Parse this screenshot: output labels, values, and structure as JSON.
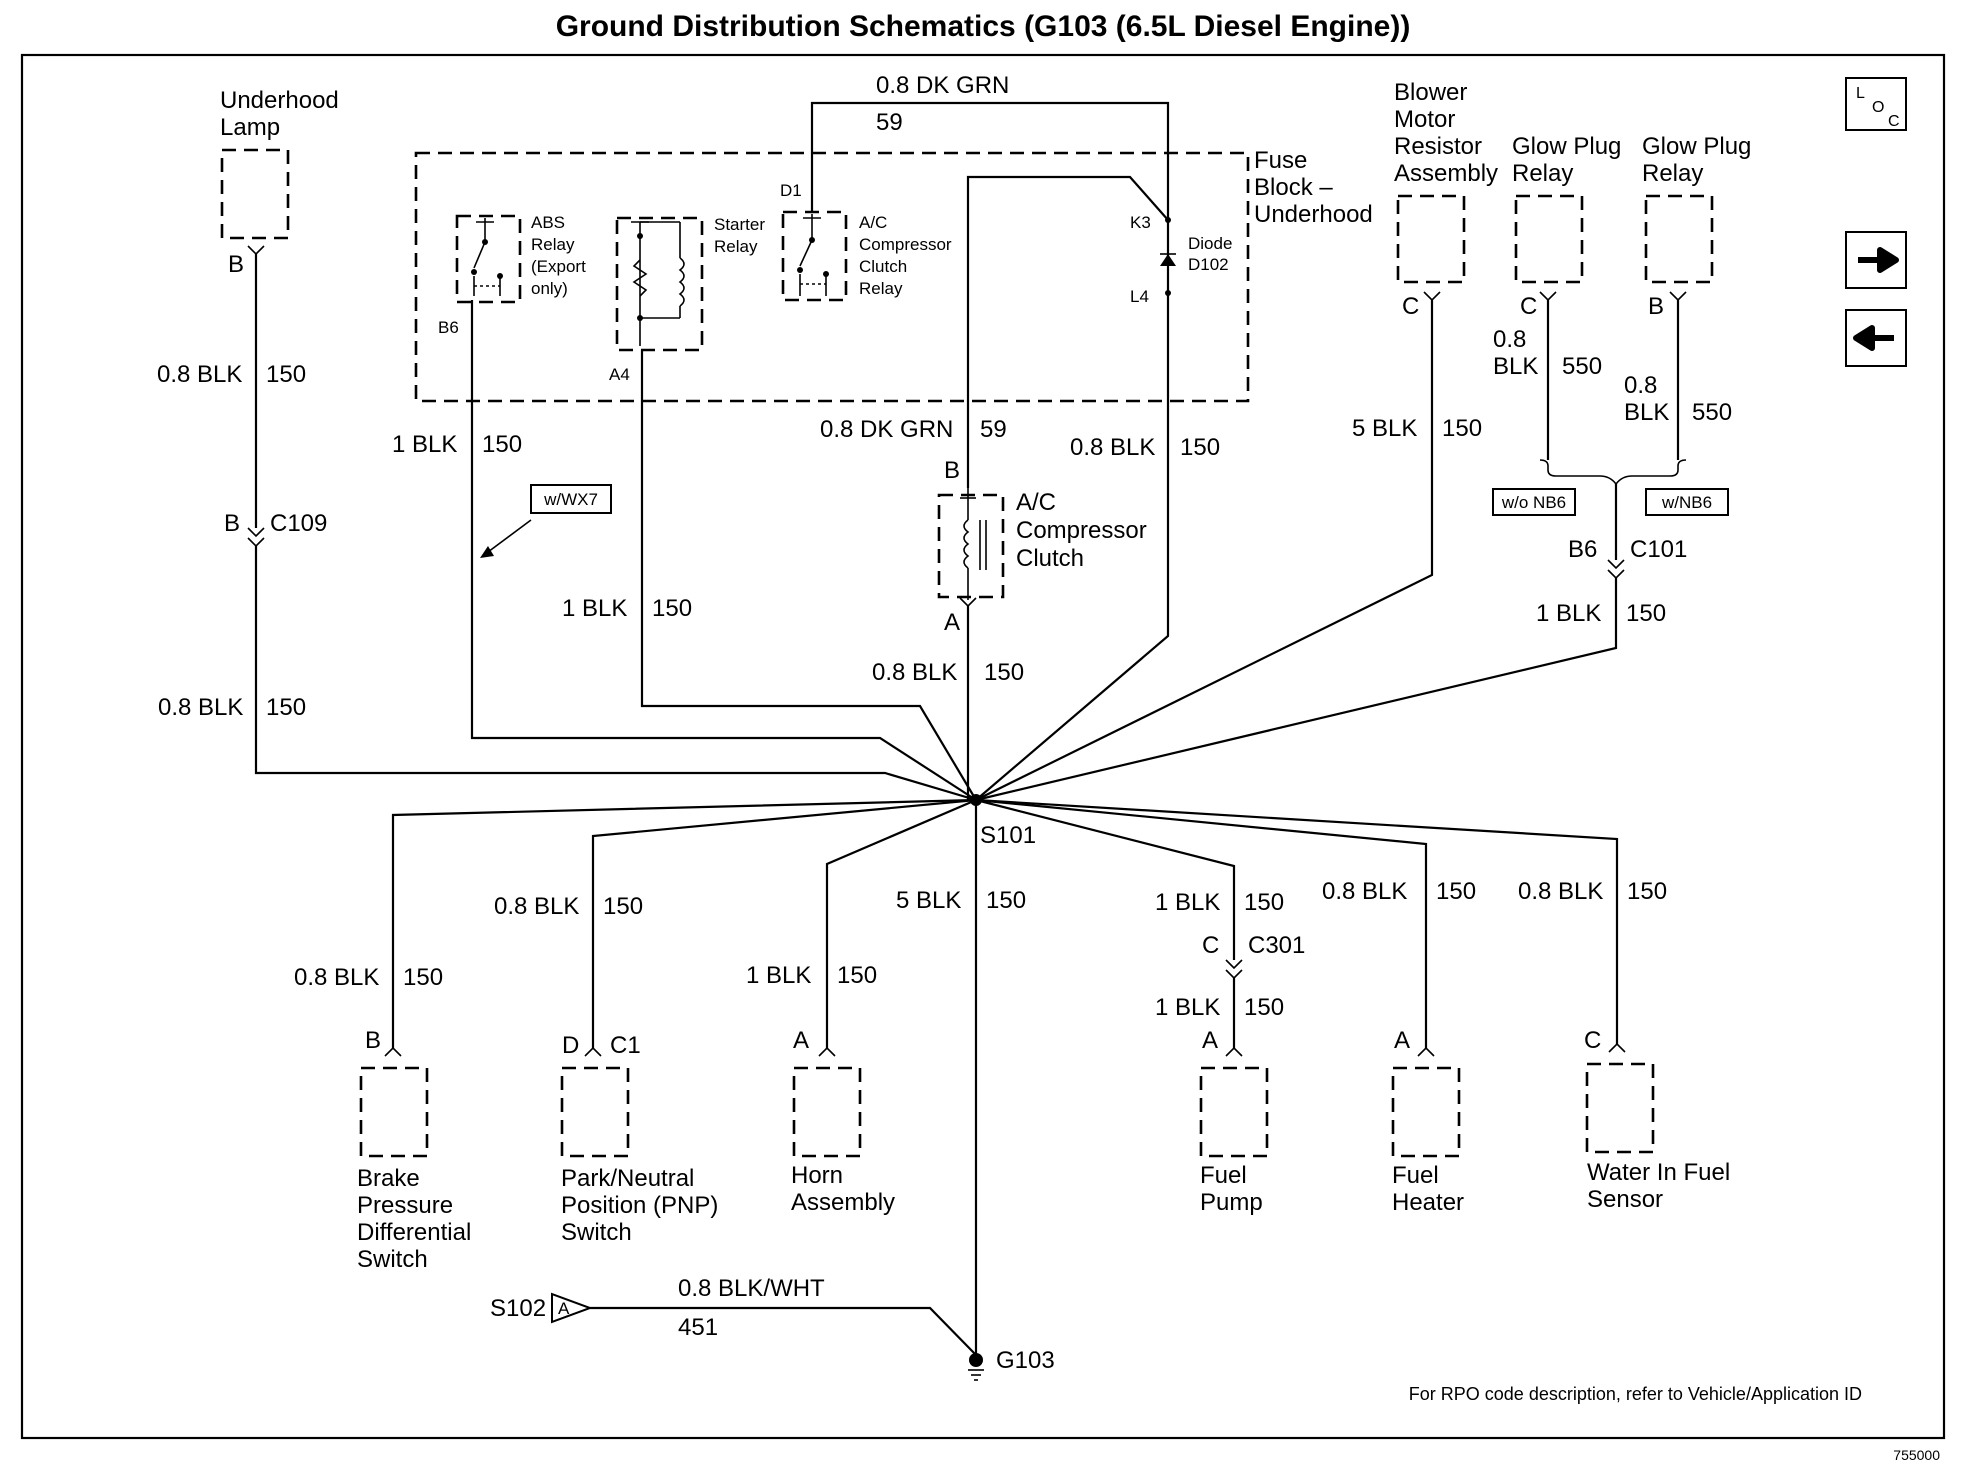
{
  "title": "Ground Distribution Schematics (G103 (6.5L Diesel Engine))",
  "loc_icon": "LOC",
  "nav": {
    "next_icon": "right-arrow-icon",
    "prev_icon": "left-arrow-icon"
  },
  "fuse_block": {
    "line1": "Fuse",
    "line2": "Block –",
    "line3": "Underhood"
  },
  "abs_relay": {
    "l1": "ABS",
    "l2": "Relay",
    "l3": "(Export",
    "l4": "only)",
    "pin": "B6"
  },
  "starter_relay": {
    "l1": "Starter",
    "l2": "Relay",
    "pin": "A4"
  },
  "ac_relay": {
    "l1": "A/C",
    "l2": "Compressor",
    "l3": "Clutch",
    "l4": "Relay",
    "pin": "D1"
  },
  "diode": {
    "l1": "Diode",
    "l2": "D102",
    "pin_top": "K3",
    "pin_bot": "L4"
  },
  "underhood_lamp": {
    "l1": "Underhood",
    "l2": "Lamp",
    "pin": "B"
  },
  "blower": {
    "l1": "Blower",
    "l2": "Motor",
    "l3": "Resistor",
    "l4": "Assembly",
    "pin": "C"
  },
  "glow1": {
    "l1": "Glow Plug",
    "l2": "Relay",
    "pin": "C"
  },
  "glow2": {
    "l1": "Glow Plug",
    "l2": "Relay",
    "pin": "B"
  },
  "ac_clutch": {
    "l1": "A/C",
    "l2": "Compressor",
    "l3": "Clutch",
    "pin_top": "B",
    "pin_bot": "A"
  },
  "top_wire": {
    "color": "0.8 DK GRN",
    "circuit": "59"
  },
  "wires": {
    "lamp_upper": {
      "color": "0.8 BLK",
      "circuit": "150"
    },
    "lamp_lower": {
      "color": "0.8 BLK",
      "circuit": "150"
    },
    "abs": {
      "color": "1 BLK",
      "circuit": "150"
    },
    "starter": {
      "color": "1 BLK",
      "circuit": "150"
    },
    "clutch_feed": {
      "color": "0.8 DK GRN",
      "circuit": "59"
    },
    "diode": {
      "color": "0.8 BLK",
      "circuit": "150"
    },
    "clutch_gnd": {
      "color": "0.8 BLK",
      "circuit": "150"
    },
    "blower": {
      "color": "5 BLK",
      "circuit": "150"
    },
    "glow1": {
      "color": "0.8",
      "color2": "BLK",
      "circuit": "550"
    },
    "glow2": {
      "color": "0.8",
      "color2": "BLK",
      "circuit": "550"
    },
    "c101": {
      "color": "1 BLK",
      "circuit": "150"
    },
    "brake": {
      "color": "0.8 BLK",
      "circuit": "150"
    },
    "pnp": {
      "color": "0.8 BLK",
      "circuit": "150"
    },
    "horn": {
      "color": "1 BLK",
      "circuit": "150"
    },
    "g103": {
      "color": "5 BLK",
      "circuit": "150"
    },
    "fuel_pump_upper": {
      "color": "1 BLK",
      "circuit": "150"
    },
    "fuel_pump_lower": {
      "color": "1 BLK",
      "circuit": "150"
    },
    "fuel_heater": {
      "color": "0.8 BLK",
      "circuit": "150"
    },
    "water": {
      "color": "0.8 BLK",
      "circuit": "150"
    },
    "s102": {
      "color": "0.8 BLK/WHT",
      "circuit": "451"
    }
  },
  "connectors": {
    "c109": {
      "pin": "B",
      "name": "C109"
    },
    "c101": {
      "pin": "B6",
      "name": "C101"
    },
    "c301": {
      "pin": "C",
      "name": "C301"
    }
  },
  "options": {
    "wx7": "w/WX7",
    "wo_nb6": "w/o NB6",
    "w_nb6": "w/NB6"
  },
  "splice": "S101",
  "ground": "G103",
  "s102": {
    "name": "S102",
    "pin": "A"
  },
  "components": {
    "brake": {
      "pin": "B",
      "l1": "Brake",
      "l2": "Pressure",
      "l3": "Differential",
      "l4": "Switch"
    },
    "pnp": {
      "pin": "D",
      "pin2": "C1",
      "l1": "Park/Neutral",
      "l2": "Position (PNP)",
      "l3": "Switch"
    },
    "horn": {
      "pin": "A",
      "l1": "Horn",
      "l2": "Assembly"
    },
    "fuel_pump": {
      "pin": "A",
      "l1": "Fuel",
      "l2": "Pump"
    },
    "fuel_heater": {
      "pin": "A",
      "l1": "Fuel",
      "l2": "Heater"
    },
    "water": {
      "pin": "C",
      "l1": "Water In Fuel",
      "l2": "Sensor"
    }
  },
  "footnote": "For RPO code description, refer to Vehicle/Application ID",
  "figure_id": "755000"
}
